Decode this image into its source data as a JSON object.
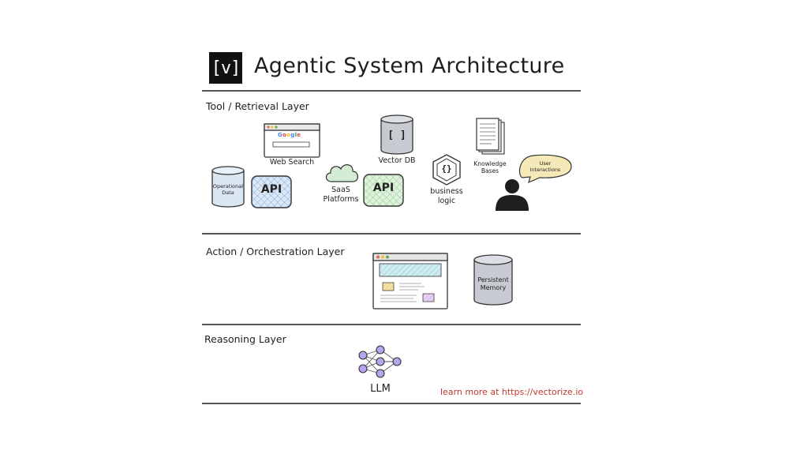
{
  "header": {
    "logo": "[v]",
    "title": "Agentic System Architecture"
  },
  "layers": {
    "tool": {
      "title": "Tool / Retrieval Layer",
      "web_search": "Web Search",
      "search_logo": "Google",
      "vector_db": "Vector DB",
      "vector_db_glyph": "[ ]",
      "knowledge_bases_1": "Knowledge",
      "knowledge_bases_2": "Bases",
      "operational_data_1": "Operational",
      "operational_data_2": "Data",
      "api_1": "API",
      "saas_1": "SaaS",
      "saas_2": "Platforms",
      "api_2": "API",
      "business_logic_1": "business",
      "business_logic_2": "logic",
      "business_logic_glyph": "{}",
      "user_interactions_1": "User",
      "user_interactions_2": "Interactions"
    },
    "action": {
      "title": "Action / Orchestration Layer",
      "persistent_memory_1": "Persistent",
      "persistent_memory_2": "Memory"
    },
    "reasoning": {
      "title": "Reasoning Layer",
      "llm": "LLM"
    }
  },
  "footer": {
    "link_text": "learn more at https://vectorize.io"
  },
  "colors": {
    "api_blue": "#bcd4ee",
    "api_green": "#c9e9c6",
    "cloud_green": "#d3ecd3",
    "cylinder_gray": "#c7cbd1",
    "cylinder_blue": "#dbe6f3",
    "llm_purple": "#b7a6ee",
    "link_red": "#c0392b"
  }
}
